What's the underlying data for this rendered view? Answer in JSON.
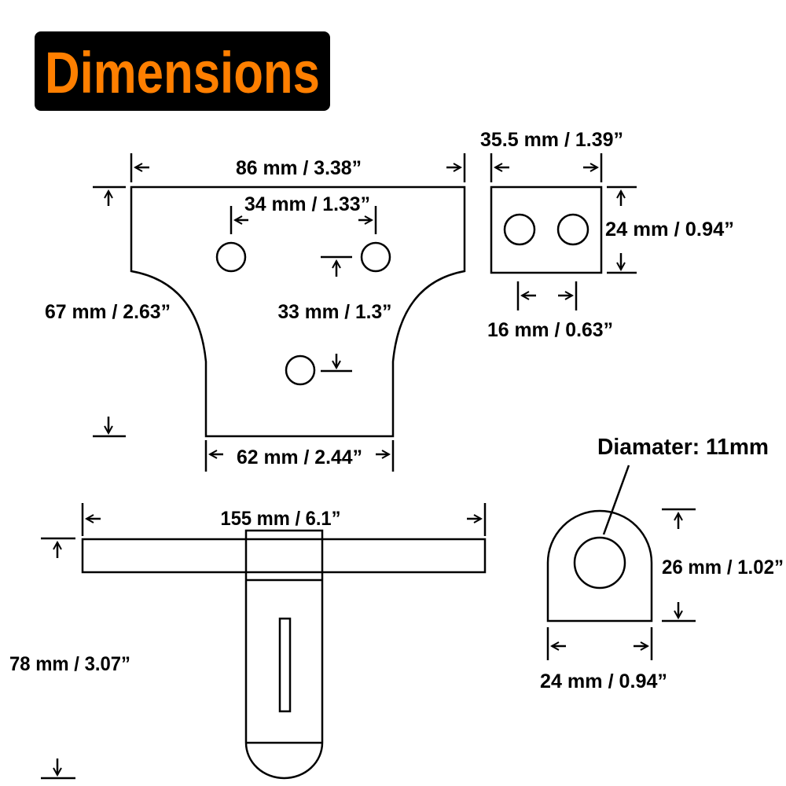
{
  "title": {
    "text": "Dimensions",
    "bg_color": "#000000",
    "text_color": "#ff7f00"
  },
  "plate_t": {
    "top_width": "86 mm / 3.38”",
    "hole_spacing": "34 mm / 1.33”",
    "height": "67 mm / 2.63”",
    "hole_vertical": "33 mm / 1.3”",
    "bottom_width": "62 mm / 2.44”"
  },
  "plate_small": {
    "width": "35.5 mm / 1.39”",
    "height": "24 mm / 0.94”",
    "hole_spacing": "16 mm / 0.63”"
  },
  "hasp": {
    "width": "155 mm / 6.1”",
    "length": "78 mm / 3.07”"
  },
  "staple": {
    "diameter": "Diamater: 11mm",
    "height": "26 mm / 1.02”",
    "width": "24 mm / 0.94”"
  }
}
